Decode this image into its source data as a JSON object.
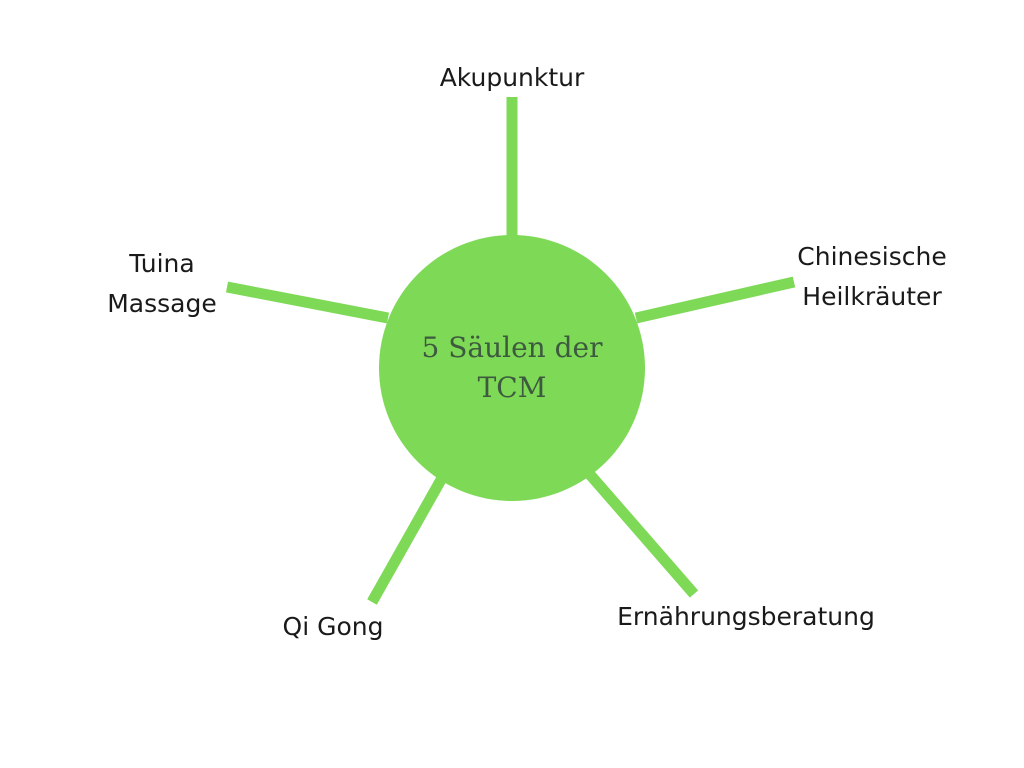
{
  "diagram": {
    "center": {
      "line1": "5 Säulen der",
      "line2": "TCM"
    },
    "pillars": {
      "akupunktur": {
        "line1": "Akupunktur"
      },
      "kraeuter": {
        "line1": "Chinesische",
        "line2": "Heilkräuter"
      },
      "ernaehrung": {
        "line1": "Ernährungsberatung"
      },
      "qigong": {
        "line1": "Qi Gong"
      },
      "tuina": {
        "line1": "Tuina",
        "line2": "Massage"
      }
    },
    "colors": {
      "accent_green": "#7ed957",
      "center_text": "#3d5a3e",
      "label_text": "#1a1a1a",
      "background": "#ffffff"
    }
  }
}
